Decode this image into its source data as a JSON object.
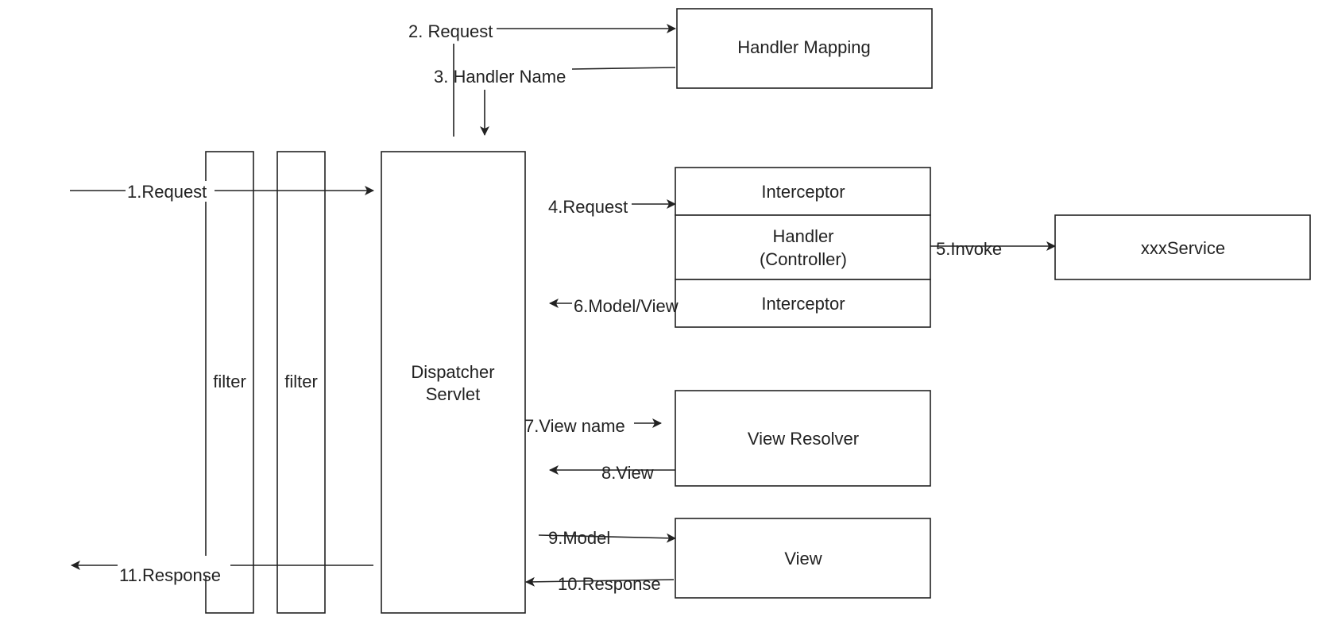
{
  "diagram": {
    "nodes": {
      "filter1": "filter",
      "filter2": "filter",
      "dispatcher": [
        "Dispatcher",
        "Servlet"
      ],
      "handler_mapping": "Handler Mapping",
      "interceptor_top": "Interceptor",
      "handler": [
        "Handler",
        "(Controller)"
      ],
      "interceptor_bottom": "Interceptor",
      "xxx_service": "xxxService",
      "view_resolver": "View Resolver",
      "view": "View"
    },
    "edges": {
      "e1": "1.Request",
      "e2": "2. Request",
      "e3": "3. Handler Name",
      "e4": "4.Request",
      "e5": "5.Invoke",
      "e6": "6.Model/View",
      "e7": "7.View name",
      "e8": "8.View",
      "e9": "9.Model",
      "e10": "10.Response",
      "e11": "11.Response"
    }
  }
}
